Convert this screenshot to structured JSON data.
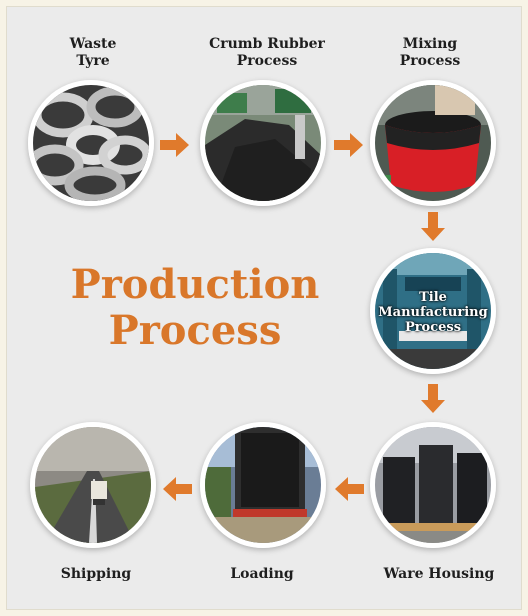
{
  "title_line1": "Production",
  "title_line2": "Process",
  "steps": [
    {
      "line1": "Waste",
      "line2": "Tyre"
    },
    {
      "line1": "Crumb Rubber",
      "line2": "Process"
    },
    {
      "line1": "Mixing",
      "line2": "Process"
    },
    {
      "line1": "Tile",
      "line2": "Manufacturing",
      "line3": "Process"
    },
    {
      "line1": "Ware Housing"
    },
    {
      "line1": "Loading"
    },
    {
      "line1": "Shipping"
    }
  ],
  "colors": {
    "accent": "#e07a2c",
    "title": "#d9772a",
    "background": "#ebebeb"
  }
}
